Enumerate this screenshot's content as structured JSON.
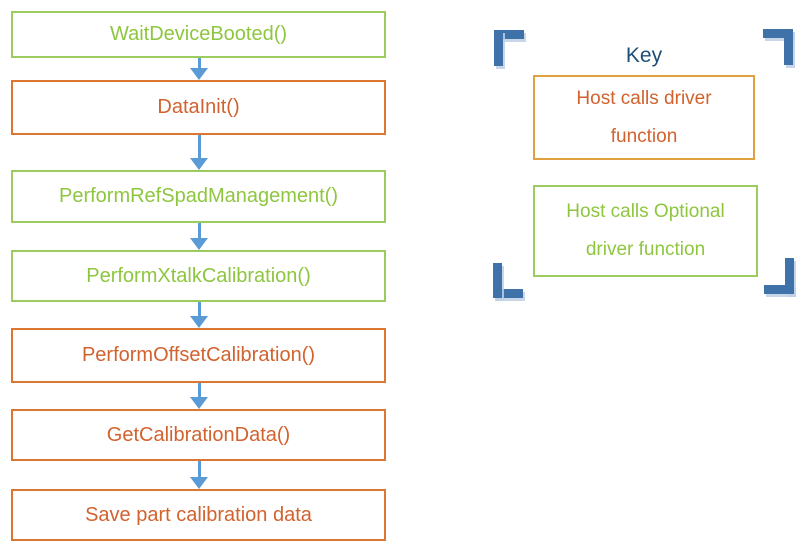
{
  "flowchart": {
    "steps": [
      {
        "label": "WaitDeviceBooted()",
        "type": "optional"
      },
      {
        "label": "DataInit()",
        "type": "required"
      },
      {
        "label": "PerformRefSpadManagement()",
        "type": "optional"
      },
      {
        "label": "PerformXtalkCalibration()",
        "type": "optional"
      },
      {
        "label": "PerformOffsetCalibration()",
        "type": "required"
      },
      {
        "label": "GetCalibrationData()",
        "type": "required"
      },
      {
        "label": "Save part calibration data",
        "type": "required"
      }
    ]
  },
  "key": {
    "title": "Key",
    "items": [
      {
        "label": "Host calls driver function",
        "type": "required"
      },
      {
        "label": "Host calls Optional driver function",
        "type": "optional"
      }
    ]
  },
  "colors": {
    "optional_green": "#8ec63f",
    "required_orange": "#d2622e",
    "required_border_orange": "#dd7533",
    "key_required_border": "#dfa13f",
    "arrow_blue": "#5b9bd5",
    "bracket_blue": "#3e72a8",
    "key_title_blue": "#1f4e79"
  }
}
